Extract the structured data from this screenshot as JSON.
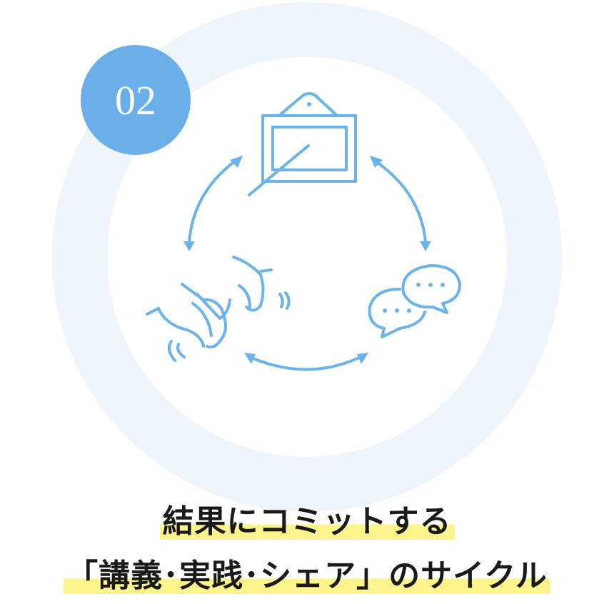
{
  "badge": {
    "number": "02"
  },
  "title": {
    "line1": "結果にコミットする",
    "line2": "「講義･実践･シェア」のサイクル"
  },
  "icons": [
    "whiteboard-icon",
    "hands-clapping-icon",
    "chat-bubbles-icon",
    "cycle-arrows-icon"
  ],
  "colors": {
    "accent": "#6aaeea",
    "ring": "#eff5fc",
    "highlight": "#fdf48c"
  }
}
